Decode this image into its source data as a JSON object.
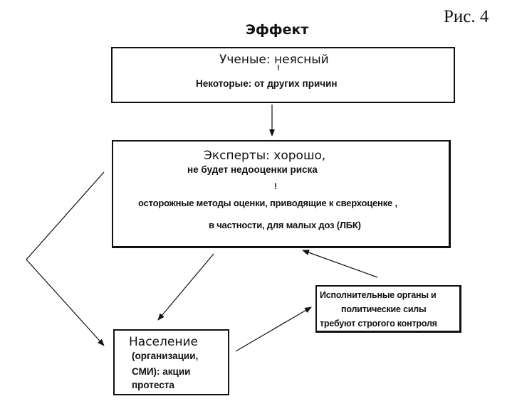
{
  "figure_label": "Рис. 4",
  "title": "Эффект",
  "scientists": {
    "heading": "Ученые: неясный",
    "separator": "!",
    "detail": "Некоторые: от других причин"
  },
  "experts": {
    "heading": "Эксперты: хорошо,",
    "line2": "не будет недооценки риска",
    "separator": "!",
    "line3": "осторожные методы оценки, приводящие к сверхоценке ,",
    "line4": "в частности, для малых доз (ЛБК)"
  },
  "public": {
    "line1": "Население",
    "line2": "(организации,",
    "line3": "СМИ): акции",
    "line4": "протеста"
  },
  "executive": {
    "line1": "Исполнительные органы и",
    "line2": "политические силы",
    "line3": "требуют строгого контроля"
  },
  "colors": {
    "ink": "#111111",
    "background": "#ffffff"
  }
}
